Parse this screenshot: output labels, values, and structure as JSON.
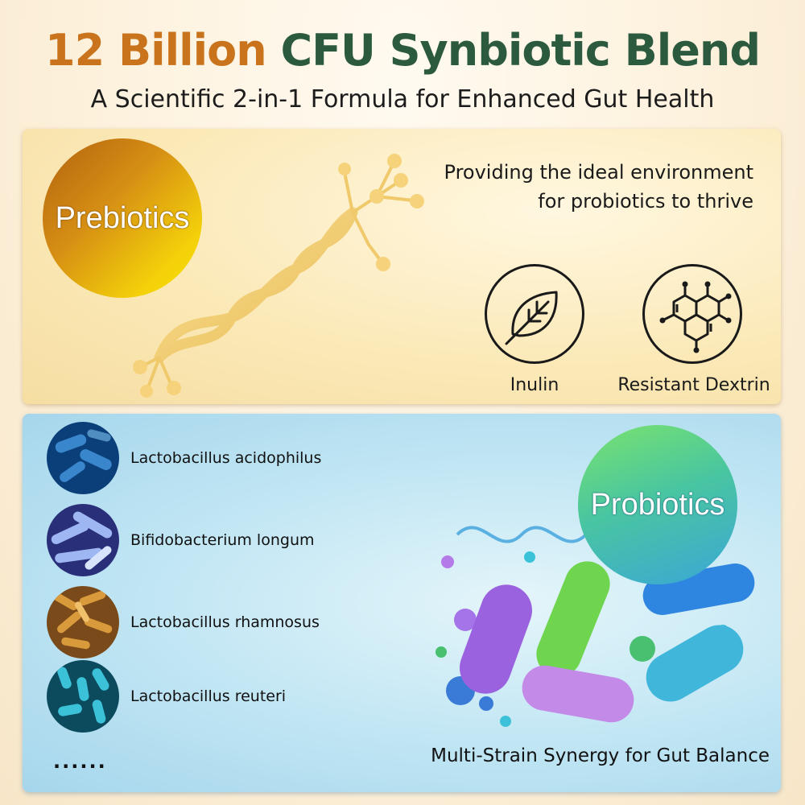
{
  "header": {
    "title_highlight": "12 Billion",
    "title_rest": "CFU Synbiotic Blend",
    "subtitle": "A Scientific 2-in-1 Formula for Enhanced Gut Health"
  },
  "prebiotics": {
    "badge": "Prebiotics",
    "tagline_line1": "Providing the ideal environment",
    "tagline_line2": "for probiotics to thrive",
    "items": [
      {
        "label": "Inulin",
        "icon": "leaf-icon"
      },
      {
        "label": "Resistant Dextrin",
        "icon": "molecule-icon"
      }
    ]
  },
  "probiotics": {
    "badge": "Probiotics",
    "strains": [
      {
        "label": "Lactobacillus acidophilus"
      },
      {
        "label": "Bifidobacterium longum"
      },
      {
        "label": "Lactobacillus rhamnosus"
      },
      {
        "label": "Lactobacillus reuteri"
      }
    ],
    "more": "......",
    "tagline": "Multi-Strain Synergy for Gut Balance"
  },
  "colors": {
    "title_highlight": "#c9731c",
    "title_rest": "#2b5a3f"
  }
}
